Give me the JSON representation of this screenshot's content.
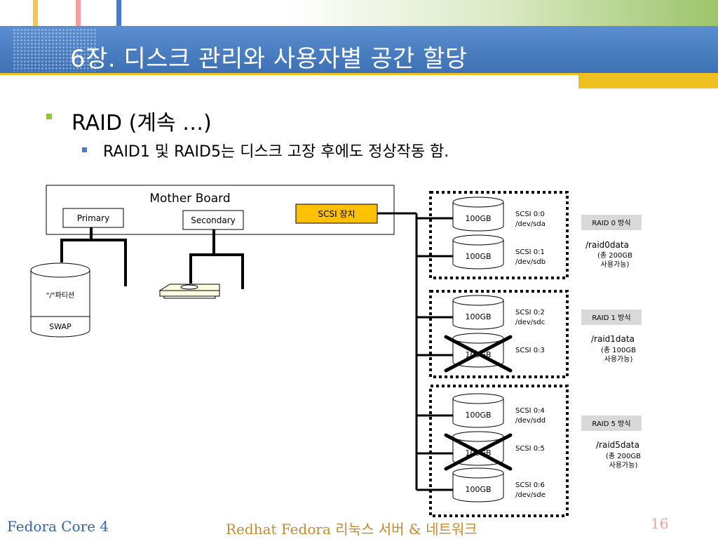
{
  "slide": {
    "title": "6장. 디스크 관리와 사용자별 공간 할당",
    "bullet1": "RAID (계속 …)",
    "bullet2": "RAID1 및 RAID5는 디스크 고장 후에도 정상작동 함."
  },
  "diagram": {
    "motherboard_label": "Mother Board",
    "primary_label": "Primary",
    "secondary_label": "Secondary",
    "scsi_label": "SCSI 장치",
    "partition_root": "\"/\"파티션",
    "partition_swap": "SWAP",
    "disks": [
      {
        "size": "100GB",
        "scsi": "SCSI 0:0",
        "dev": "/dev/sda",
        "failed": false
      },
      {
        "size": "100GB",
        "scsi": "SCSI 0:1",
        "dev": "/dev/sdb",
        "failed": false
      },
      {
        "size": "100GB",
        "scsi": "SCSI 0:2",
        "dev": "/dev/sdc",
        "failed": false
      },
      {
        "size": "100GB",
        "scsi": "SCSI 0:3",
        "dev": "",
        "failed": true
      },
      {
        "size": "100GB",
        "scsi": "SCSI 0:4",
        "dev": "/dev/sdd",
        "failed": false
      },
      {
        "size": "100GB",
        "scsi": "SCSI 0:5",
        "dev": "",
        "failed": true
      },
      {
        "size": "100GB",
        "scsi": "SCSI 0:6",
        "dev": "/dev/sde",
        "failed": false
      }
    ],
    "raid_groups": [
      {
        "method": "RAID 0 방식",
        "mount": "/raid0data",
        "capacity_line1": "(총 200GB",
        "capacity_line2": "사용가능)"
      },
      {
        "method": "RAID 1 방식",
        "mount": "/raid1data",
        "capacity_line1": "(총 100GB",
        "capacity_line2": "사용가능)"
      },
      {
        "method": "RAID 5 방식",
        "mount": "/raid5data",
        "capacity_line1": "(총 200GB",
        "capacity_line2": "사용가능)"
      }
    ]
  },
  "footer": {
    "left": "Fedora Core 4",
    "center": "Redhat Fedora 리눅스 서버 & 네트워크",
    "page": "16"
  },
  "colors": {
    "banner": "#3c6fb3",
    "accent_gold": "#f0c020",
    "bullet_green": "#8dc63f",
    "bullet_blue": "#4a7bc4",
    "scsi_fill": "#ffc000",
    "raid_tag_fill": "#d9d9d9",
    "footer_blue": "#3066b0",
    "footer_gold": "#c98a2a",
    "page_number": "#f0a0a0"
  }
}
